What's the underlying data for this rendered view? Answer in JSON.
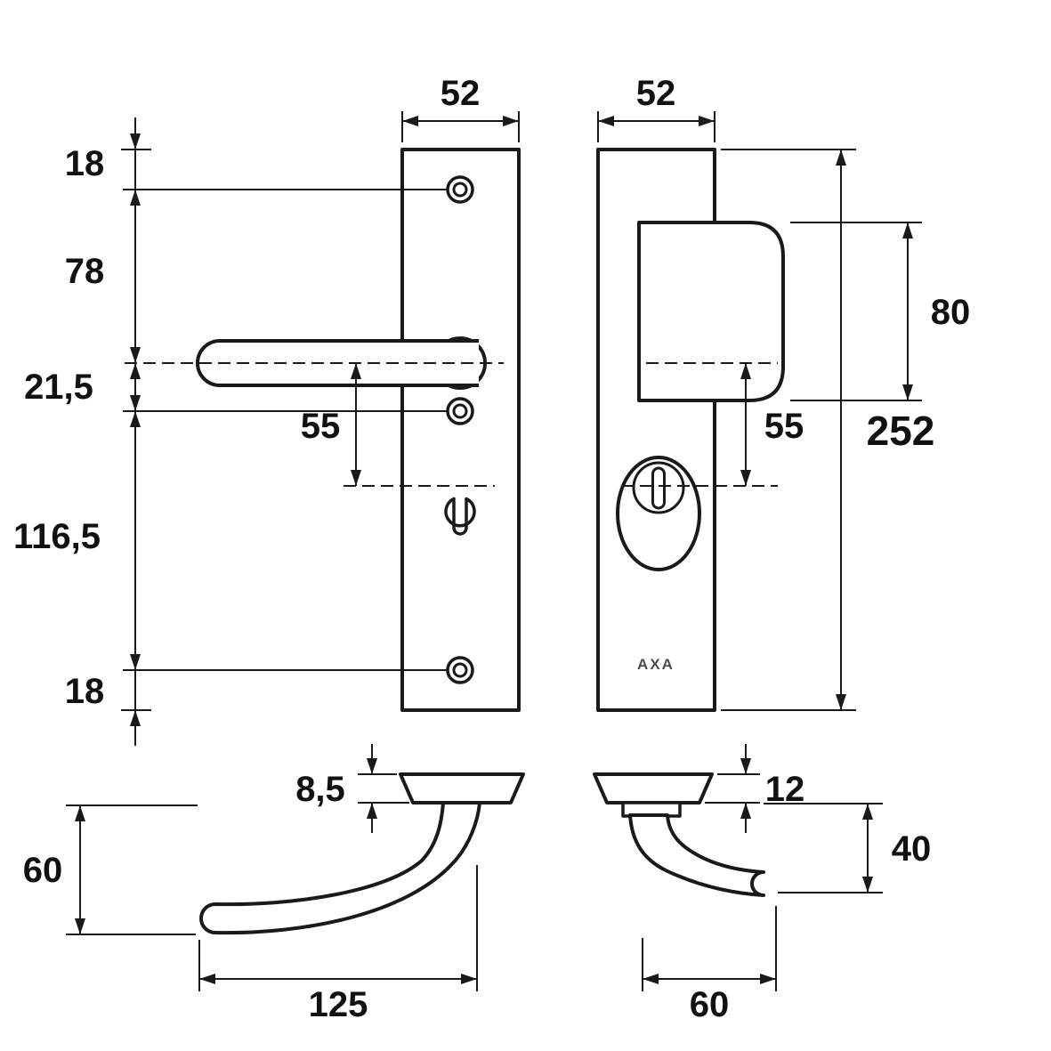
{
  "meta": {
    "title": "Security door fitting technical dimension drawing",
    "brand": "AXA"
  },
  "colors": {
    "line": "#1a1a1a",
    "background": "#ffffff",
    "brand_text": "#4d4d4d"
  },
  "labels": {
    "brand": "AXA"
  },
  "dimensions": {
    "plate_width_left": "52",
    "plate_width_right": "52",
    "top_offset": "18",
    "screw_to_axis": "78",
    "axis_to_screw": "21,5",
    "axis_to_cylinder_left": "55",
    "screw_spacing_lower": "116,5",
    "bottom_offset": "18",
    "grip_height": "80",
    "axis_to_cylinder_right": "55",
    "plate_height": "252",
    "plate_thickness_inner": "8,5",
    "handle_projection": "60",
    "handle_length": "125",
    "plate_thickness_outer": "12",
    "grip_projection": "40",
    "grip_width": "60"
  }
}
